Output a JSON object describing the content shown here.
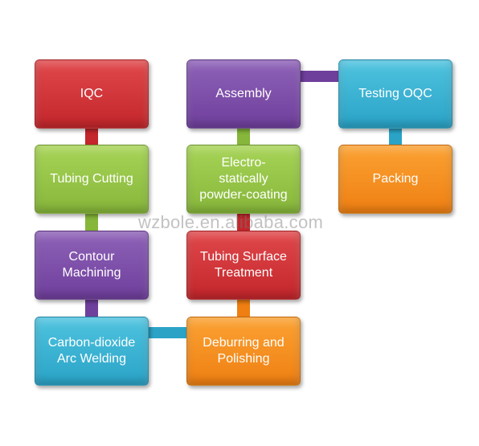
{
  "steps": {
    "iqc": "IQC",
    "tubing_cutting": "Tubing Cutting",
    "contour_machining": "Contour\nMachining",
    "co2_welding": "Carbon-dioxide\nArc Welding",
    "deburring": "Deburring and\nPolishing",
    "surface_treatment": "Tubing Surface\nTreatment",
    "powder_coating": "Electro-\nstatically\npowder-coating",
    "assembly": "Assembly",
    "testing_oqc": "Testing OQC",
    "packing": "Packing"
  },
  "colors": {
    "red": "#c3262b",
    "green": "#86b63a",
    "purple": "#6f3f9c",
    "cyan": "#2aa3c7",
    "orange": "#ef7f12"
  },
  "watermark": "wzbole.en.alibaba.com"
}
